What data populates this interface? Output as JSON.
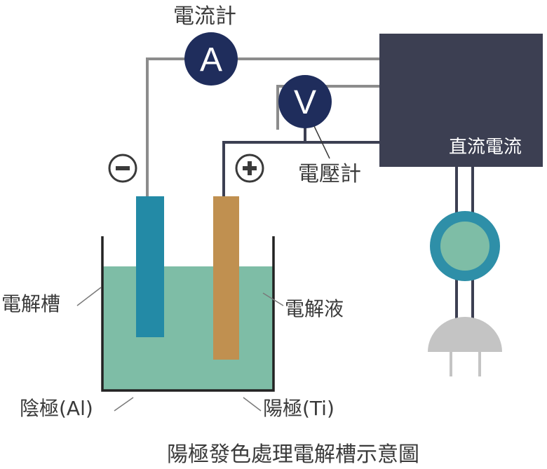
{
  "title": "陽極發色處理電解槽示意圖",
  "labels": {
    "ammeter": "電流計",
    "voltmeter": "電壓計",
    "dc_power": "直流電流",
    "tank": "電解槽",
    "electrolyte": "電解液",
    "cathode": "陰極(Al)",
    "anode": "陽極(Ti)"
  },
  "meters": {
    "ammeter_symbol": "A",
    "voltmeter_symbol": "V"
  },
  "polarity": {
    "negative": "minus-sign",
    "positive": "plus-sign"
  },
  "colors": {
    "meter_fill": "#1f2d5c",
    "power_box": "#3c3f52",
    "electrolyte": "#7ebda6",
    "cathode": "#238aa6",
    "anode": "#c09050",
    "wire_gray": "#8c8c8c",
    "wire_dark": "#3c3f52",
    "plug_ring": "#2e8fa8",
    "plug_inner": "#7ebda6",
    "plug_head": "#c4c4c4"
  }
}
